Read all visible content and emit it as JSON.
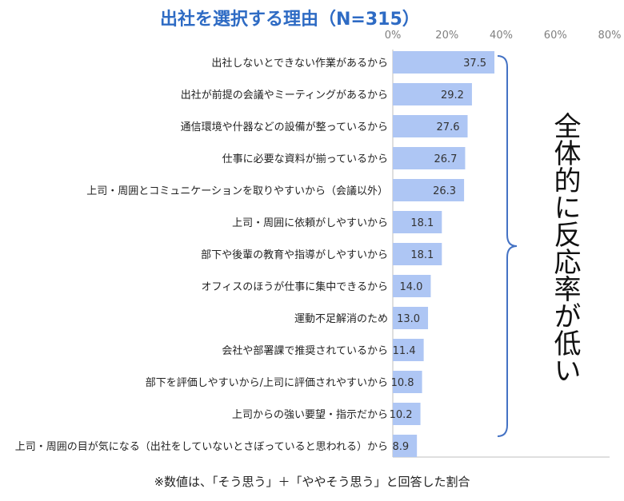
{
  "chart_data": {
    "type": "bar",
    "orientation": "horizontal",
    "title": "出社を選択する理由（N=315）",
    "xlim": [
      0,
      80
    ],
    "x_ticks": [
      "0%",
      "20%",
      "40%",
      "60%",
      "80%"
    ],
    "grid": false,
    "categories": [
      "出社しないとできない作業があるから",
      "出社が前提の会議やミーティングがあるから",
      "通信環境や什器などの設備が整っているから",
      "仕事に必要な資料が揃っているから",
      "上司・周囲とコミュニケーションを取りやすいから（会議以外）",
      "上司・周囲に依頼がしやすいから",
      "部下や後輩の教育や指導がしやすいから",
      "オフィスのほうが仕事に集中できるから",
      "運動不足解消のため",
      "会社や部署課で推奨されているから",
      "部下を評価しやすいから/上司に評価されやすいから",
      "上司からの強い要望・指示だから",
      "上司・周囲の目が気になる（出社をしていないとさぼっていると思われる）から"
    ],
    "values": [
      37.5,
      29.2,
      27.6,
      26.7,
      26.3,
      18.1,
      18.1,
      14.0,
      13.0,
      11.4,
      10.8,
      10.2,
      8.9
    ],
    "value_labels": [
      "37.5",
      "29.2",
      "27.6",
      "26.7",
      "26.3",
      "18.1",
      "18.1",
      "14.0",
      "13.0",
      "11.4",
      "10.8",
      "10.2",
      "8.9"
    ],
    "bar_color": "#aec6f4",
    "bracket_color": "#4472c4",
    "annotation": "全体的に反応率が低い"
  },
  "footnote": "※数値は、「そう思う」＋「ややそう思う」と回答した割合"
}
